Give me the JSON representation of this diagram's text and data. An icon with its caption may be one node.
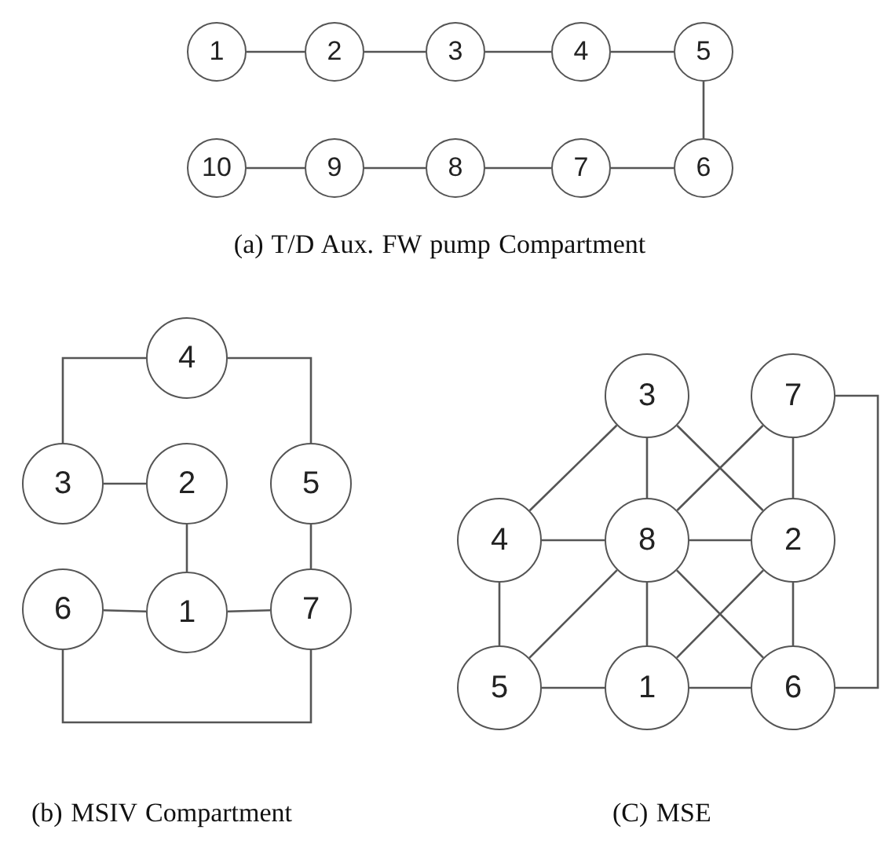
{
  "diagram": {
    "nodes": [
      {
        "text": [
          "1"
        ]
      },
      {
        "text": [
          "2"
        ]
      },
      {
        "text": [
          "3"
        ]
      },
      {
        "text": [
          "4"
        ]
      },
      {
        "text": [
          "5"
        ]
      },
      {
        "text": [
          "10"
        ]
      },
      {
        "text": [
          "9"
        ]
      },
      {
        "text": [
          "8"
        ]
      },
      {
        "text": [
          "7"
        ]
      },
      {
        "text": [
          "6"
        ]
      },
      {
        "text": [
          "4"
        ]
      },
      {
        "text": [
          "3"
        ]
      },
      {
        "text": [
          "2"
        ]
      },
      {
        "text": [
          "5"
        ]
      },
      {
        "text": [
          "6"
        ]
      },
      {
        "text": [
          "1"
        ]
      },
      {
        "text": [
          "7"
        ]
      },
      {
        "text": [
          "3"
        ]
      },
      {
        "text": [
          "7"
        ]
      },
      {
        "text": [
          "4"
        ]
      },
      {
        "text": [
          "8"
        ]
      },
      {
        "text": [
          "2"
        ]
      },
      {
        "text": [
          "5"
        ]
      },
      {
        "text": [
          "1"
        ]
      },
      {
        "text": [
          "6"
        ]
      }
    ],
    "edges": [
      {
        "from": 0,
        "to": 1,
        "arrow": "none"
      },
      {
        "from": 1,
        "to": 2,
        "arrow": "none"
      },
      {
        "from": 2,
        "to": 3,
        "arrow": "none"
      },
      {
        "from": 3,
        "to": 4,
        "arrow": "none"
      },
      {
        "from": 4,
        "to": 9,
        "arrow": "none"
      },
      {
        "from": 5,
        "to": 6,
        "arrow": "none"
      },
      {
        "from": 6,
        "to": 7,
        "arrow": "none"
      },
      {
        "from": 7,
        "to": 8,
        "arrow": "none"
      },
      {
        "from": 8,
        "to": 9,
        "arrow": "none"
      },
      {
        "from": 10,
        "to": 11,
        "arrow": "none"
      },
      {
        "from": 10,
        "to": 13,
        "arrow": "none"
      },
      {
        "from": 11,
        "to": 12,
        "arrow": "none"
      },
      {
        "from": 12,
        "to": 15,
        "arrow": "none"
      },
      {
        "from": 13,
        "to": 16,
        "arrow": "none"
      },
      {
        "from": 14,
        "to": 15,
        "arrow": "none"
      },
      {
        "from": 15,
        "to": 16,
        "arrow": "none"
      },
      {
        "from": 14,
        "to": 16,
        "arrow": "none"
      },
      {
        "from": 17,
        "to": 19,
        "arrow": "none"
      },
      {
        "from": 17,
        "to": 20,
        "arrow": "none"
      },
      {
        "from": 17,
        "to": 21,
        "arrow": "none"
      },
      {
        "from": 18,
        "to": 20,
        "arrow": "none"
      },
      {
        "from": 18,
        "to": 21,
        "arrow": "none"
      },
      {
        "from": 18,
        "to": 24,
        "arrow": "none"
      },
      {
        "from": 19,
        "to": 20,
        "arrow": "none"
      },
      {
        "from": 20,
        "to": 21,
        "arrow": "none"
      },
      {
        "from": 19,
        "to": 22,
        "arrow": "none"
      },
      {
        "from": 20,
        "to": 22,
        "arrow": "none"
      },
      {
        "from": 20,
        "to": 23,
        "arrow": "none"
      },
      {
        "from": 20,
        "to": 24,
        "arrow": "none"
      },
      {
        "from": 21,
        "to": 23,
        "arrow": "none"
      },
      {
        "from": 21,
        "to": 24,
        "arrow": "none"
      },
      {
        "from": 22,
        "to": 23,
        "arrow": "none"
      },
      {
        "from": 23,
        "to": 24,
        "arrow": "none"
      }
    ],
    "labels": [
      "(a) T/D Aux. FW pump Compartment",
      "(b) MSIV Compartment",
      "(C) MSE"
    ]
  }
}
